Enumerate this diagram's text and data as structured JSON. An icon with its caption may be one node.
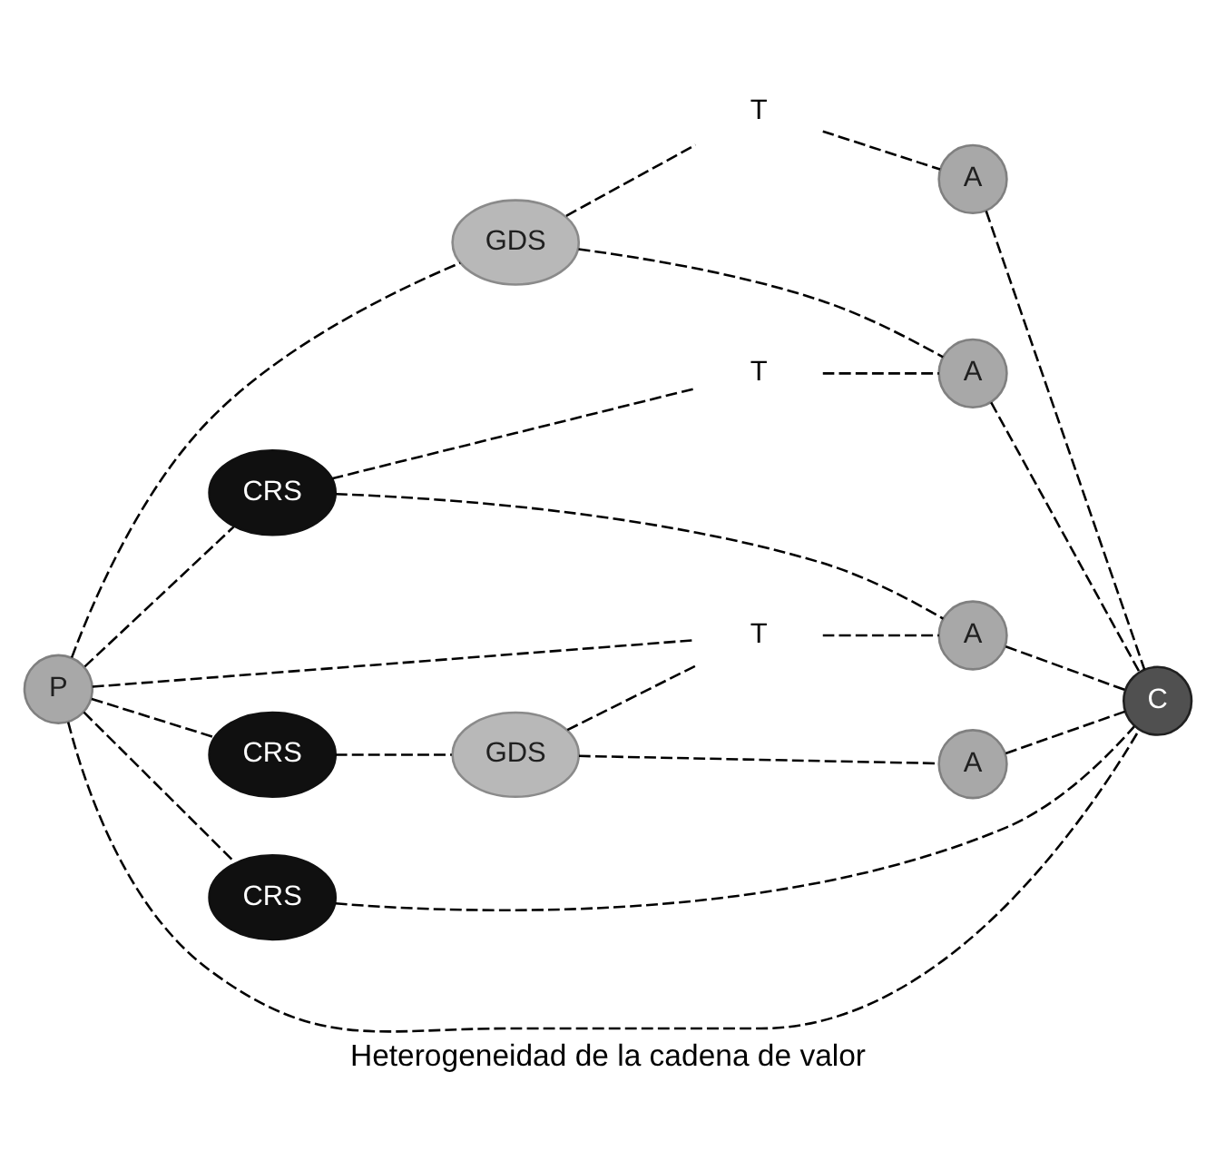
{
  "diagram": {
    "caption": "Heterogeneidad de la cadena de valor",
    "nodes": [
      {
        "text": [
          "P"
        ]
      },
      {
        "text": [
          "GDS"
        ]
      },
      {
        "text": [
          "T"
        ]
      },
      {
        "text": [
          "A"
        ]
      },
      {
        "text": [
          "CRS"
        ]
      },
      {
        "text": [
          "T"
        ]
      },
      {
        "text": [
          "A"
        ]
      },
      {
        "text": [
          "T"
        ]
      },
      {
        "text": [
          "A"
        ]
      },
      {
        "text": [
          "CRS"
        ]
      },
      {
        "text": [
          "GDS"
        ]
      },
      {
        "text": [
          "A"
        ]
      },
      {
        "text": [
          "CRS"
        ]
      },
      {
        "text": [
          "C"
        ]
      }
    ],
    "edges": [
      {
        "from": 0,
        "to": 1,
        "arrow": "none",
        "style": "dashed"
      },
      {
        "from": 1,
        "to": 2,
        "arrow": "none",
        "style": "dashed"
      },
      {
        "from": 2,
        "to": 3,
        "arrow": "none",
        "style": "dashed"
      },
      {
        "from": 3,
        "to": 13,
        "arrow": "none",
        "style": "dashed"
      },
      {
        "from": 1,
        "to": 6,
        "arrow": "none",
        "style": "dashed"
      },
      {
        "from": 0,
        "to": 4,
        "arrow": "none",
        "style": "dashed"
      },
      {
        "from": 4,
        "to": 5,
        "arrow": "none",
        "style": "dashed"
      },
      {
        "from": 5,
        "to": 6,
        "arrow": "none",
        "style": "dashed"
      },
      {
        "from": 6,
        "to": 13,
        "arrow": "none",
        "style": "dashed"
      },
      {
        "from": 4,
        "to": 8,
        "arrow": "none",
        "style": "dashed"
      },
      {
        "from": 0,
        "to": 7,
        "arrow": "none",
        "style": "dashed"
      },
      {
        "from": 7,
        "to": 8,
        "arrow": "none",
        "style": "dashed"
      },
      {
        "from": 8,
        "to": 13,
        "arrow": "none",
        "style": "dashed"
      },
      {
        "from": 10,
        "to": 7,
        "arrow": "none",
        "style": "dashed"
      },
      {
        "from": 0,
        "to": 9,
        "arrow": "none",
        "style": "dashed"
      },
      {
        "from": 9,
        "to": 10,
        "arrow": "none",
        "style": "dashed"
      },
      {
        "from": 10,
        "to": 11,
        "arrow": "none",
        "style": "dashed"
      },
      {
        "from": 11,
        "to": 13,
        "arrow": "none",
        "style": "dashed"
      },
      {
        "from": 0,
        "to": 12,
        "arrow": "none",
        "style": "dashed"
      },
      {
        "from": 12,
        "to": 13,
        "arrow": "none",
        "style": "dashed"
      },
      {
        "from": 0,
        "to": 13,
        "arrow": "none",
        "style": "dashed"
      }
    ]
  }
}
